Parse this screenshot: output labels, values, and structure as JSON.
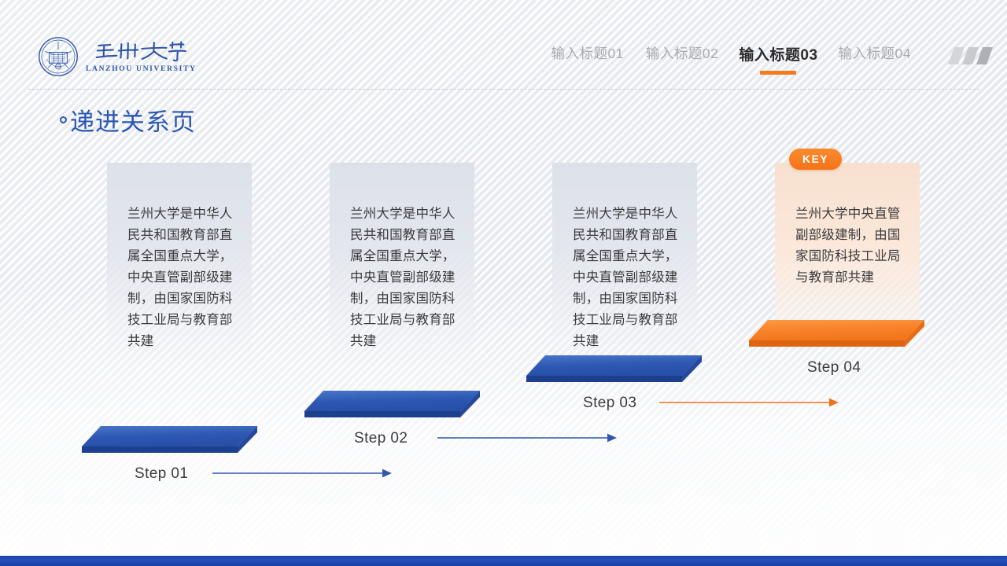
{
  "brand": {
    "name_cn": "兰州大学",
    "name_en": "LANZHOU UNIVERSITY",
    "seal_icon": "university-seal-icon"
  },
  "nav": {
    "items": [
      {
        "label": "输入标题01",
        "active": false
      },
      {
        "label": "输入标题02",
        "active": false
      },
      {
        "label": "输入标题03",
        "active": true
      },
      {
        "label": "输入标题04",
        "active": false
      }
    ],
    "active_accent": "#f47a20",
    "decoration": {
      "name": "slanted-bars-decoration",
      "colors": [
        "#d4d6da",
        "#c8cacf",
        "#adb0b6"
      ]
    }
  },
  "page": {
    "title": "递进关系页",
    "title_color": "#2a57b4",
    "bottom_bar_color": "#2550bb"
  },
  "steps": [
    {
      "id": "step-01",
      "label": "Step 01",
      "body": "兰州大学是中华人民共和国教育部直属全国重点大学，中央直管副部级建制，由国家国防科技工业局与教育部共建",
      "highlight": false,
      "badge": null,
      "platform_color": "#2f5bb7",
      "arrow_color": "#2f57ab"
    },
    {
      "id": "step-02",
      "label": "Step 02",
      "body": "兰州大学是中华人民共和国教育部直属全国重点大学，中央直管副部级建制，由国家国防科技工业局与教育部共建",
      "highlight": false,
      "badge": null,
      "platform_color": "#2f5bb7",
      "arrow_color": "#2f57ab"
    },
    {
      "id": "step-03",
      "label": "Step 03",
      "body": "兰州大学是中华人民共和国教育部直属全国重点大学，中央直管副部级建制，由国家国防科技工业局与教育部共建",
      "highlight": false,
      "badge": null,
      "platform_color": "#2f5bb7",
      "arrow_color": "#f0731a"
    },
    {
      "id": "step-04",
      "label": "Step 04",
      "body": "兰州大学中央直管副部级建制，由国家国防科技工业局与教育部共建",
      "highlight": true,
      "badge": "KEY",
      "platform_color": "#f58025",
      "arrow_color": null
    }
  ]
}
